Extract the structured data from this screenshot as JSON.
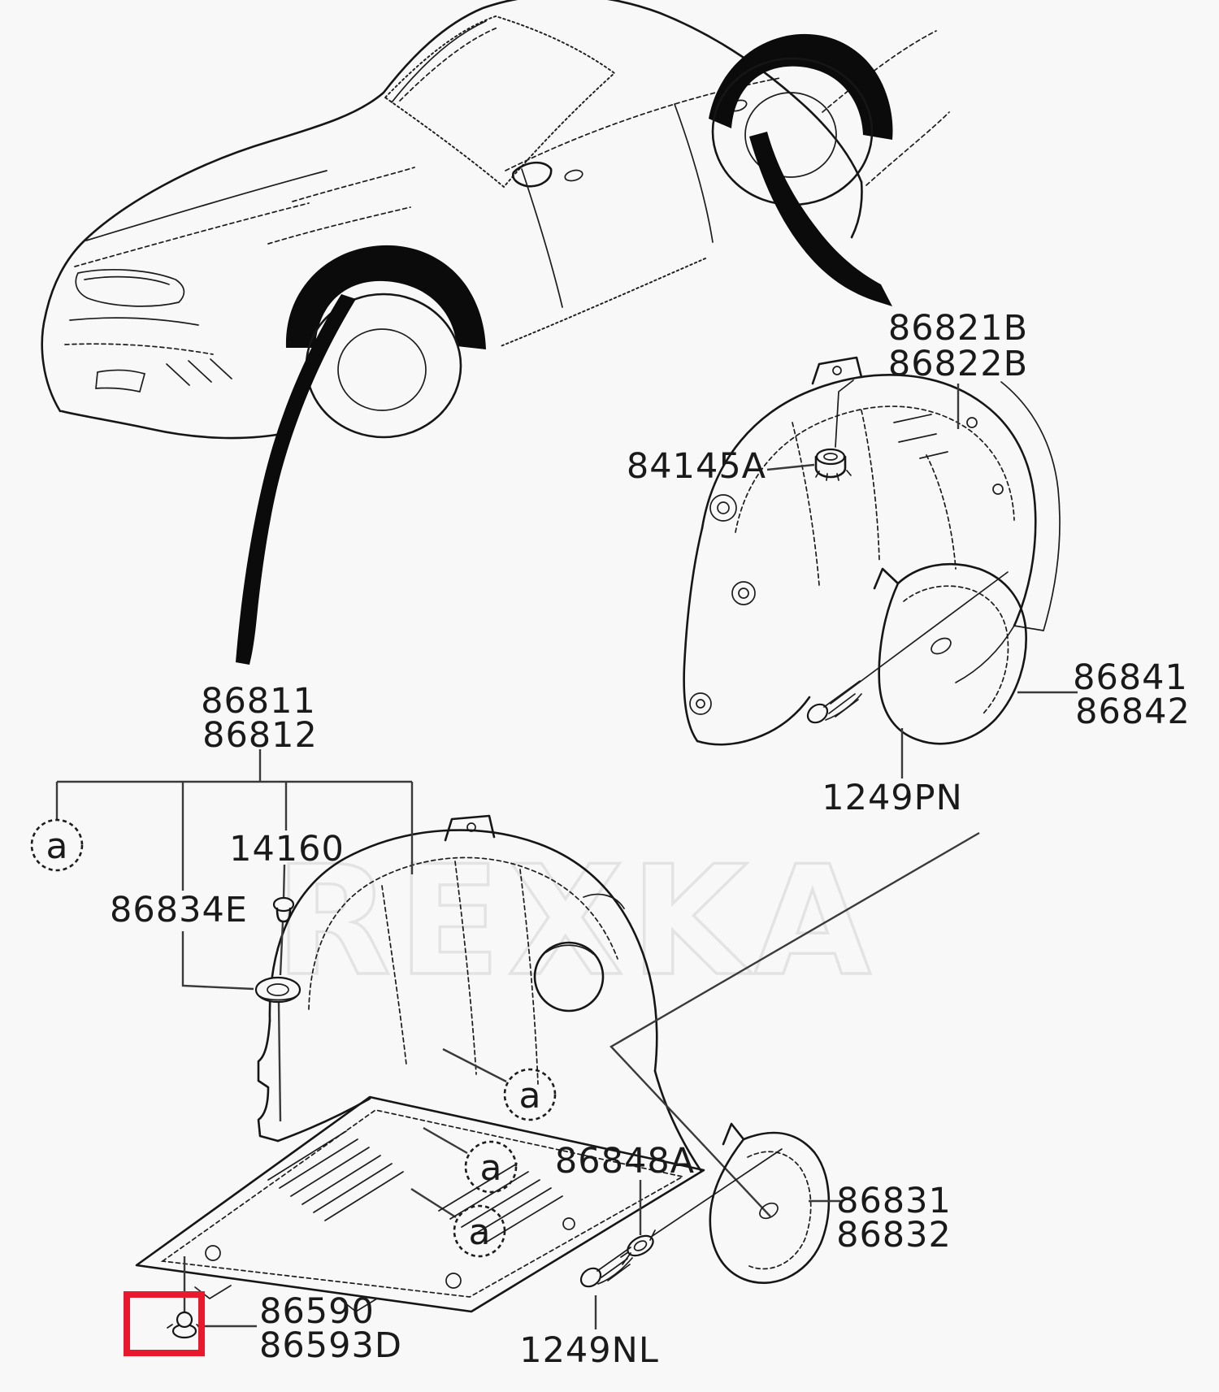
{
  "diagram": {
    "watermark": "REXKA",
    "callout_letter": "a",
    "colors": {
      "highlight": "#e8192c",
      "line": "#1a1a1a",
      "background": "#f8f8f8",
      "watermark": "#e3e3e3"
    },
    "parts": {
      "rear_wheel_guard_upper": "86821B",
      "rear_wheel_guard_lower": "86822B",
      "rear_guard_nut": "84145A",
      "rear_mud_guard_left": "86841",
      "rear_mud_guard_right": "86842",
      "rear_mud_guard_screw": "1249PN",
      "front_wheel_guard_left": "86811",
      "front_wheel_guard_right": "86812",
      "front_guard_clip": "14160",
      "front_guard_washer": "86834E",
      "front_mud_guard_clip": "86848A",
      "front_mud_guard_left": "86831",
      "front_mud_guard_right": "86832",
      "front_mud_guard_screw": "1249NL",
      "undercover_clip": "86590",
      "undercover_clip_alt": "86593D"
    }
  }
}
